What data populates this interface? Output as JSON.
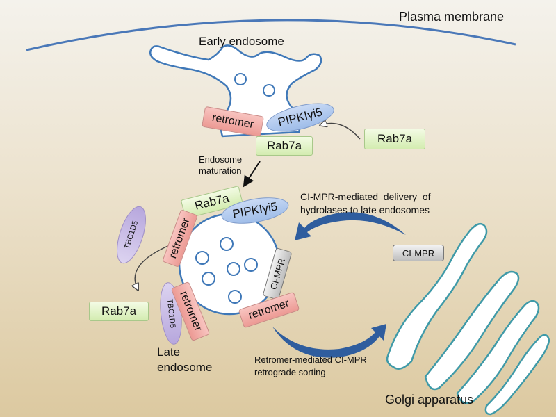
{
  "labels": {
    "plasma_membrane": "Plasma membrane",
    "early_endosome": "Early endosome",
    "endosome_maturation_1": "Endosome",
    "endosome_maturation_2": "maturation",
    "cimpr_delivery_1": "CI-MPR-mediated  delivery  of",
    "cimpr_delivery_2": "hydrolases to late endosomes",
    "late_endosome_1": "Late",
    "late_endosome_2": "endosome",
    "retromer_sorting_1": "Retromer-mediated CI-MPR",
    "retromer_sorting_2": "retrograde sorting",
    "golgi": "Golgi apparatus"
  },
  "proteins": {
    "retromer_early": "retromer",
    "pipki_early": "PIPKIγi5",
    "rab7a_early": "Rab7a",
    "rab7a_free": "Rab7a",
    "rab7a_late": "Rab7a",
    "pipki_late": "PIPKIγi5",
    "retromer_late_left": "retromer",
    "tbc1d5_top": "TBC1D5",
    "rab7a_released": "Rab7a",
    "tbc1d5_bottom": "TBC1D5",
    "retromer_late_bottom": "retromer",
    "cimpr_endosome": "CI-MPR",
    "retromer_late_right": "retromer",
    "cimpr_golgi": "CI-MPR"
  },
  "colors": {
    "membrane": "#4a78b8",
    "retromer": "#ee9f99",
    "rab7a": "#d8efb8",
    "pipki": "#a9c4ee",
    "tbc1d5": "#c4b6e6",
    "cimpr": "#c8c8c8",
    "arrow_blue": "#2f5d9e"
  }
}
